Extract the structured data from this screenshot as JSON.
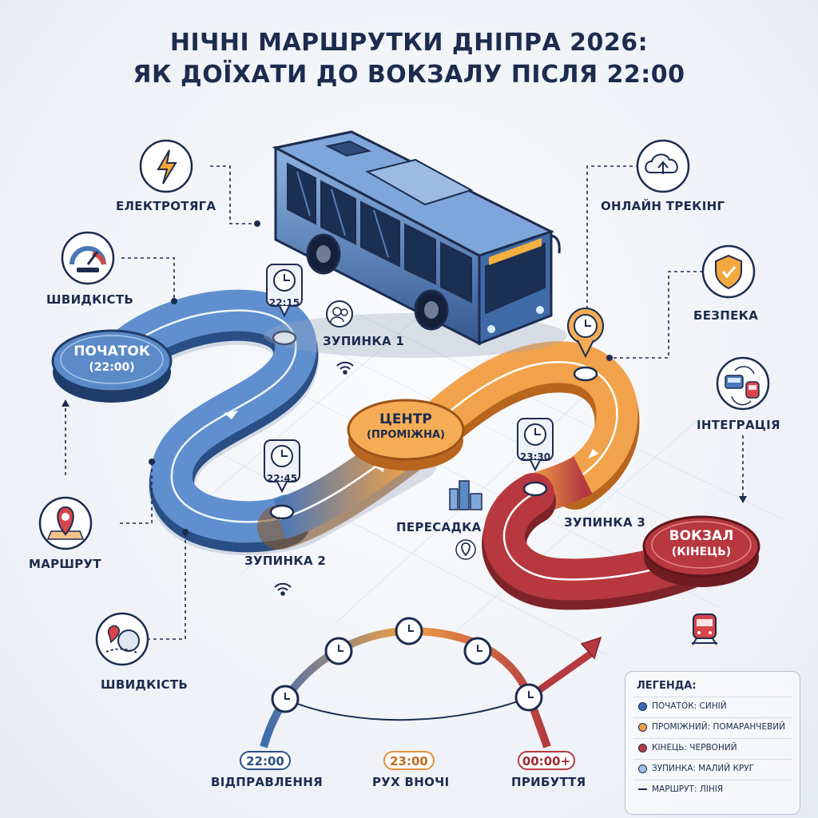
{
  "title": {
    "line1": "НІЧНІ МАРШРУТКИ ДНІПРА 2026:",
    "line2": "ЯК ДОЇХАТИ ДО ВОКЗАЛУ ПІСЛЯ 22:00"
  },
  "nodes": {
    "start": {
      "name": "ПОЧАТОК",
      "sub": "(22:00)"
    },
    "center": {
      "name": "ЦЕНТР",
      "sub": "(ПРОМІЖНА)"
    },
    "end": {
      "name": "ВОКЗАЛ",
      "sub": "(КІНЕЦЬ)"
    }
  },
  "stops": {
    "stop1": "ЗУПИНКА 1",
    "stop2": "ЗУПИНКА 2",
    "stop3": "ЗУПИНКА 3",
    "transfer": "ПЕРЕСАДКА"
  },
  "times": {
    "t1": "22:15",
    "t2": "22:45",
    "t3": "23:30"
  },
  "features": {
    "electric": "ЕЛЕКТРОТЯГА",
    "speed_top": "ШВИДКІСТЬ",
    "route": "МАРШРУТ",
    "speed_bottom": "ШВИДКІСТЬ",
    "tracking": "ОНЛАЙН ТРЕКІНГ",
    "safety": "БЕЗПЕКА",
    "integration": "ІНТЕГРАЦІЯ"
  },
  "timeline": {
    "departure_time": "22:00",
    "departure_label": "ВІДПРАВЛЕННЯ",
    "night_time": "23:00",
    "night_label": "РУХ ВНОЧІ",
    "arrival_time": "00:00+",
    "arrival_label": "ПРИБУТТЯ"
  },
  "legend": {
    "title": "ЛЕГЕНДА:",
    "items": [
      "ПОЧАТОК: СИНІЙ",
      "ПРОМІЖНИЙ: ПОМАРАНЧЕВИЙ",
      "КІНЕЦЬ: ЧЕРВОНИЙ",
      "ЗУПИНКА: МАЛИЙ КРУГ",
      "МАРШРУТ: ЛІНІЯ"
    ]
  },
  "colors": {
    "blue": "#4a78b8",
    "blue_dark": "#2a4f86",
    "orange": "#f0a047",
    "orange_dark": "#c8722a",
    "red": "#b43a3f",
    "red_dark": "#7e2329",
    "stop_light": "#9dc3ea",
    "navy": "#1c2c4f"
  },
  "icons": {
    "electric": "lightning-icon",
    "speed": "speedometer-icon",
    "route": "map-pin-icon",
    "tracking": "cloud-upload-icon",
    "safety": "shield-check-icon",
    "integration": "bus-train-icon",
    "transfer": "city-buildings-icon",
    "station": "train-icon"
  }
}
